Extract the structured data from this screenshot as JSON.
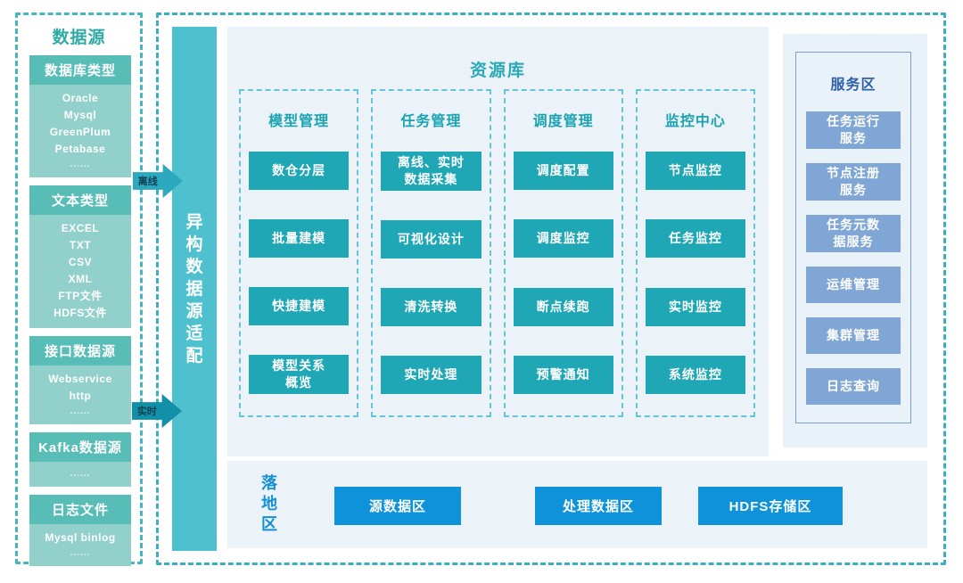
{
  "colors": {
    "teal_border": "#45b6bb",
    "teal_block_header": "#58bcb7",
    "teal_block_body": "#92d0cc",
    "teal_button": "#1fa7b6",
    "adapter_bar": "#4fc0ce",
    "panel_bg": "#ebf2f8",
    "service_button": "#7fa6d4",
    "service_title": "#2e5fa8",
    "landing_blue": "#0e93db",
    "arrow_offline": "#2ca9be",
    "arrow_realtime": "#1190a8"
  },
  "data_sources": {
    "title": "数据源",
    "groups": [
      {
        "header": "数据库类型",
        "items": [
          "Oracle",
          "Mysql",
          "GreenPlum",
          "Petabase",
          "......"
        ]
      },
      {
        "header": "文本类型",
        "items": [
          "EXCEL",
          "TXT",
          "CSV",
          "XML",
          "FTP文件",
          "HDFS文件"
        ]
      },
      {
        "header": "接口数据源",
        "items": [
          "Webservice",
          "http",
          "......"
        ]
      },
      {
        "header": "Kafka数据源",
        "items": [
          "......"
        ]
      },
      {
        "header": "日志文件",
        "items": [
          "Mysql binlog",
          "......"
        ]
      }
    ]
  },
  "arrows": [
    {
      "label": "离线"
    },
    {
      "label": "实时"
    }
  ],
  "adapter": {
    "label": "异构数据源适配"
  },
  "repository": {
    "title": "资源库",
    "columns": [
      {
        "header": "模型管理",
        "items": [
          "数仓分层",
          "批量建模",
          "快捷建模",
          "模型关系\n概览"
        ]
      },
      {
        "header": "任务管理",
        "items": [
          "离线、实时\n数据采集",
          "可视化设计",
          "清洗转换",
          "实时处理"
        ]
      },
      {
        "header": "调度管理",
        "items": [
          "调度配置",
          "调度监控",
          "断点续跑",
          "预警通知"
        ]
      },
      {
        "header": "监控中心",
        "items": [
          "节点监控",
          "任务监控",
          "实时监控",
          "系统监控"
        ]
      }
    ]
  },
  "services": {
    "title": "服务区",
    "items": [
      "任务运行\n服务",
      "节点注册\n服务",
      "任务元数\n据服务",
      "运维管理",
      "集群管理",
      "日志查询"
    ]
  },
  "landing": {
    "title": "落地区",
    "items": [
      "源数据区",
      "处理数据区",
      "HDFS存储区"
    ]
  }
}
